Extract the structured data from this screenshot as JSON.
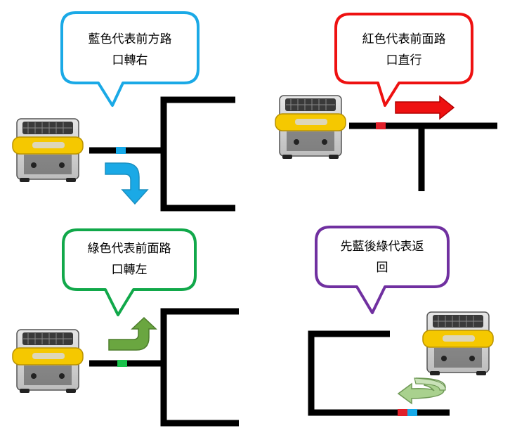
{
  "panels": {
    "top_left": {
      "text_line1": "藍色代表前方路",
      "text_line2": "口轉右",
      "bubble_color": "#1aa9e6",
      "marker_color": "#16a9e8",
      "arrow_color": "#1aa9e6"
    },
    "top_right": {
      "text_line1": "紅色代表前面路",
      "text_line2": "口直行",
      "bubble_color": "#ee1111",
      "marker_color": "#e0202a",
      "arrow_color": "#ee1111"
    },
    "bottom_left": {
      "text_line1": "綠色代表前面路",
      "text_line2": "口轉左",
      "bubble_color": "#11a84a",
      "marker_color": "#19c24a",
      "arrow_color": "#6aa640"
    },
    "bottom_right": {
      "text_line1": "先藍後綠代表返",
      "text_line2": "回",
      "bubble_color": "#7030a0",
      "marker_colors": [
        "#e0202a",
        "#16a9e8"
      ],
      "arrow_color": "#a9d18e"
    }
  },
  "colors": {
    "track": "#000000",
    "robot_body": "#f5c800",
    "robot_frame": "#333333"
  },
  "icons": [
    "robot-icon",
    "turn-right-arrow-icon",
    "straight-arrow-icon",
    "turn-left-arrow-icon",
    "u-turn-arrow-icon"
  ]
}
